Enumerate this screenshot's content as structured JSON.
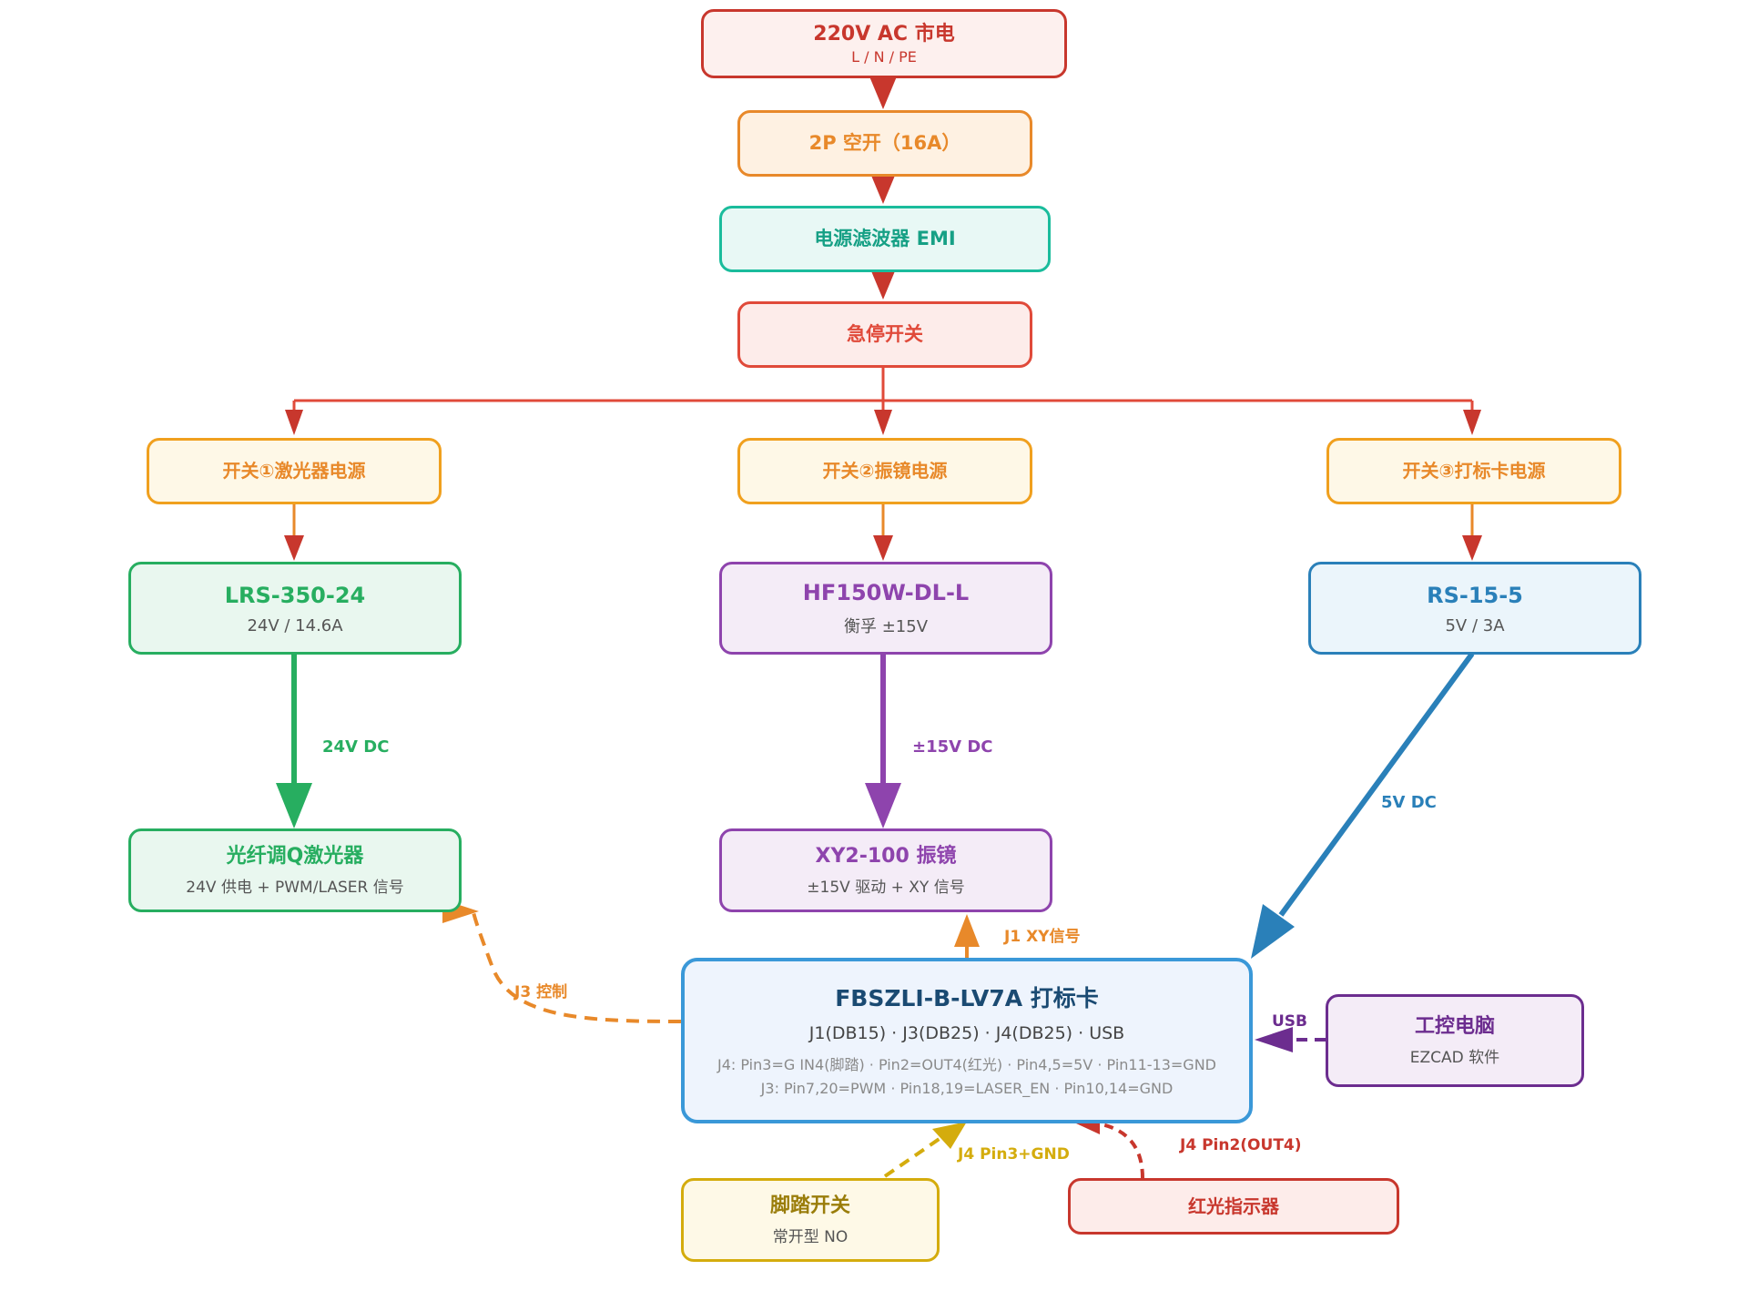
{
  "colors": {
    "red": "#c8372d",
    "orange": "#e8892a",
    "teal": "#1abc9c",
    "amber": "#f0a01e",
    "green": "#27ae60",
    "purple": "#8e44ad",
    "blue": "#2a80b9",
    "card_blue": "#3a98d8",
    "yellow": "#d4ac0d",
    "pc_purple": "#6c2d8f"
  },
  "nodes": {
    "mains": {
      "title": "220V AC 市电",
      "sub": "L / N / PE"
    },
    "breaker": {
      "title": "2P 空开（16A）"
    },
    "emi": {
      "title": "电源滤波器 EMI"
    },
    "estop": {
      "title": "急停开关"
    },
    "sw1": {
      "title": "开关①激光器电源"
    },
    "sw2": {
      "title": "开关②振镜电源"
    },
    "sw3": {
      "title": "开关③打标卡电源"
    },
    "psu1": {
      "title": "LRS-350-24",
      "sub": "24V / 14.6A"
    },
    "psu2": {
      "title": "HF150W-DL-L",
      "sub": "衡孚 ±15V"
    },
    "psu3": {
      "title": "RS-15-5",
      "sub": "5V / 3A"
    },
    "laser": {
      "title": "光纤调Q激光器",
      "sub": "24V 供电 + PWM/LASER 信号"
    },
    "galvo": {
      "title": "XY2-100 振镜",
      "sub": "±15V 驱动 + XY 信号"
    },
    "card": {
      "title": "FBSZLI-B-LV7A 打标卡",
      "ports": "J1(DB15) · J3(DB25) · J4(DB25) · USB",
      "detail1": "J4: Pin3=G IN4(脚踏) · Pin2=OUT4(红光) · Pin4,5=5V · Pin11-13=GND",
      "detail2": "J3: Pin7,20=PWM · Pin18,19=LASER_EN · Pin10,14=GND"
    },
    "pc": {
      "title": "工控电脑",
      "sub": "EZCAD 软件"
    },
    "pedal": {
      "title": "脚踏开关",
      "sub": "常开型 NO"
    },
    "redlight": {
      "title": "红光指示器"
    }
  },
  "edges": {
    "dc24": "24V DC",
    "dc15": "±15V DC",
    "dc5": "5V DC",
    "j1": "J1 XY信号",
    "j3": "J3 控制",
    "usb": "USB",
    "j4pedal": "J4 Pin3+GND",
    "j4red": "J4 Pin2(OUT4)"
  }
}
